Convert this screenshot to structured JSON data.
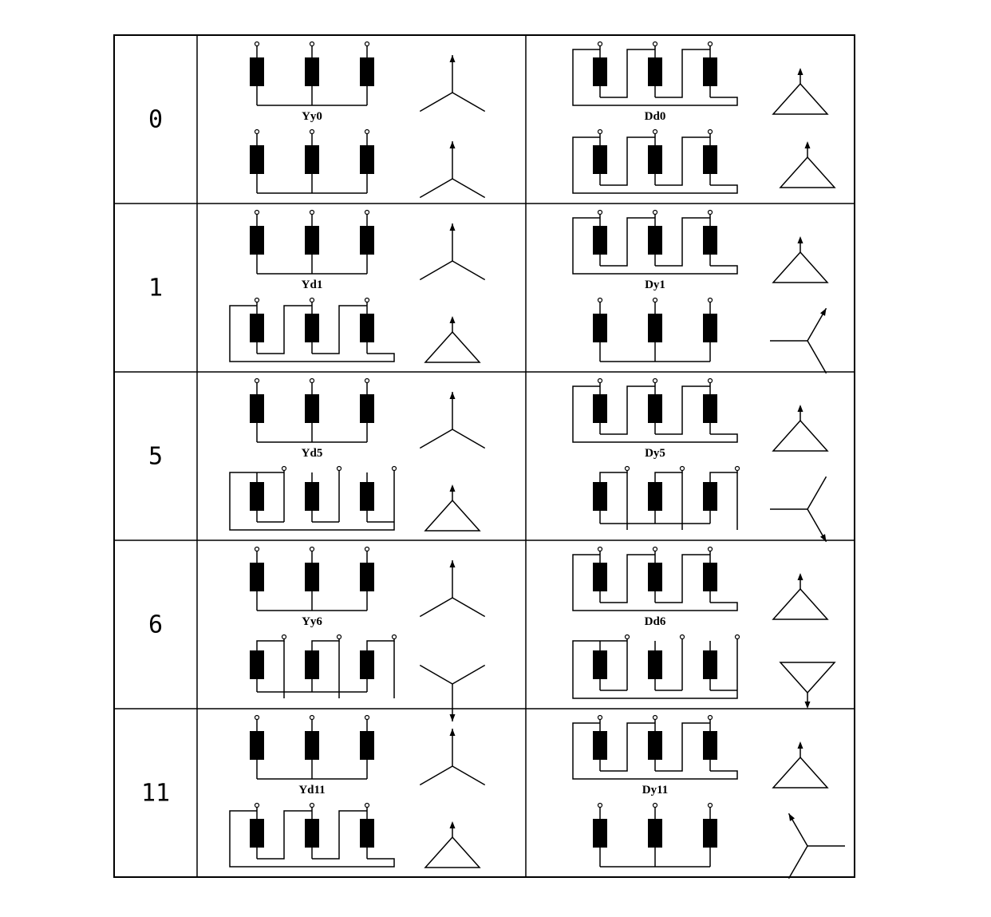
{
  "table": {
    "rows": [
      {
        "clock": "0",
        "left_label": "Yy0",
        "right_label": "Dd0"
      },
      {
        "clock": "1",
        "left_label": "Yd1",
        "right_label": "Dy1"
      },
      {
        "clock": "5",
        "left_label": "Yd5",
        "right_label": "Dy5"
      },
      {
        "clock": "6",
        "left_label": "Yy6",
        "right_label": "Dd6"
      },
      {
        "clock": "11",
        "left_label": "Yd11",
        "right_label": "Dy11"
      }
    ]
  },
  "colors": {
    "ink": "#000000",
    "background": "#ffffff"
  }
}
